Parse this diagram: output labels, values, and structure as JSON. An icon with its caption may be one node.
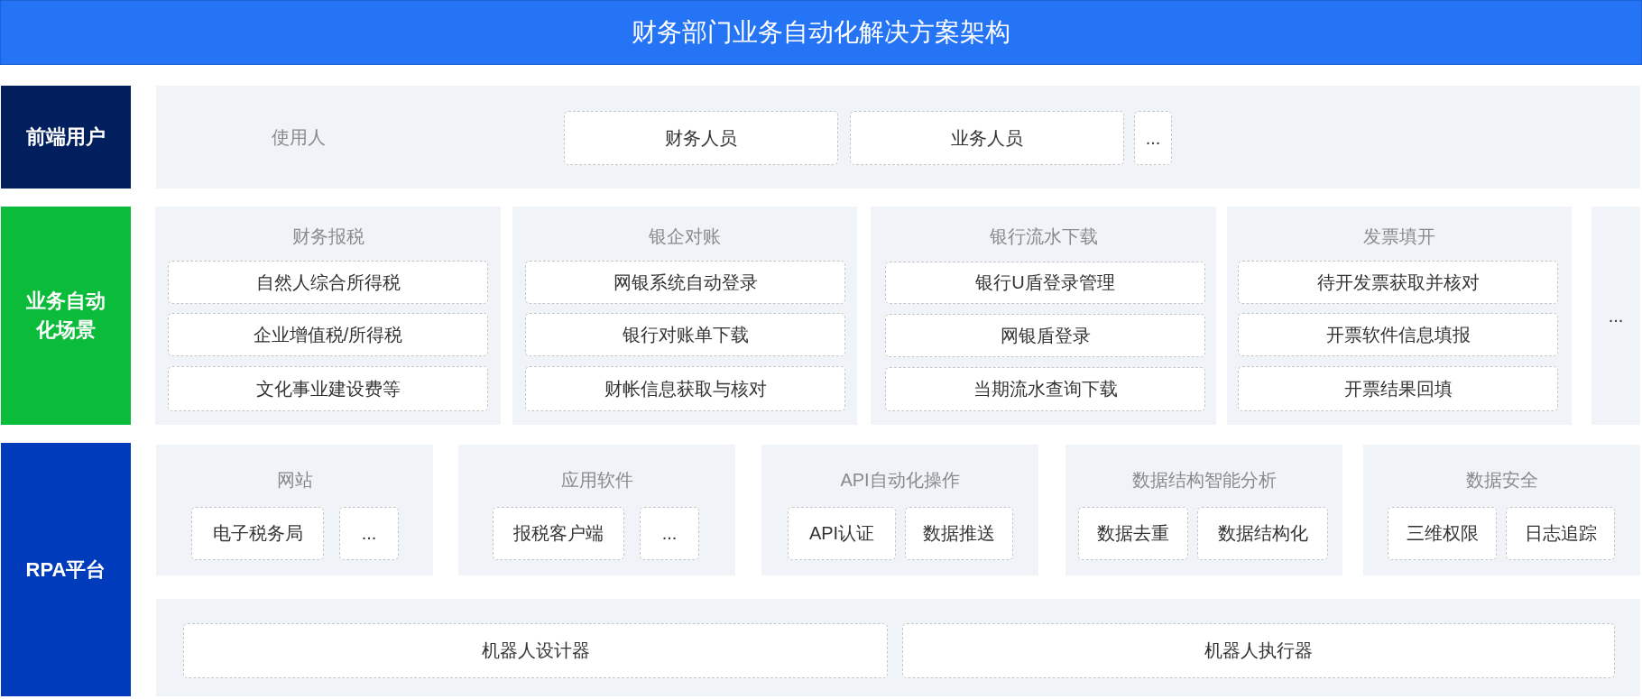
{
  "diagram": {
    "title": "财务部门业务自动化解决方案架构",
    "nodes": [
      {
        "text": [
          "前端用户"
        ]
      },
      {
        "text": [
          "使用人"
        ]
      },
      {
        "text": [
          "财务人员"
        ],
        "in": 1
      },
      {
        "text": [
          "业务人员"
        ],
        "in": 1
      },
      {
        "text": [
          "..."
        ],
        "in": 1
      },
      {
        "text": [
          "业务自动化场景"
        ]
      },
      {
        "text": [
          "财务报税"
        ]
      },
      {
        "text": [
          "自然人综合所得税"
        ],
        "in": 6
      },
      {
        "text": [
          "企业增值税/所得税"
        ],
        "in": 6
      },
      {
        "text": [
          "文化事业建设费等"
        ],
        "in": 6
      },
      {
        "text": [
          "银企对账"
        ]
      },
      {
        "text": [
          "网银系统自动登录"
        ],
        "in": 10
      },
      {
        "text": [
          "银行对账单下载"
        ],
        "in": 10
      },
      {
        "text": [
          "财帐信息获取与核对"
        ],
        "in": 10
      },
      {
        "text": [
          "银行流水下载"
        ]
      },
      {
        "text": [
          "银行U盾登录管理"
        ],
        "in": 14
      },
      {
        "text": [
          "网银盾登录"
        ],
        "in": 14
      },
      {
        "text": [
          "当期流水查询下载"
        ],
        "in": 14
      },
      {
        "text": [
          "发票填开"
        ]
      },
      {
        "text": [
          "待开发票获取并核对"
        ],
        "in": 18
      },
      {
        "text": [
          "开票软件信息填报"
        ],
        "in": 18
      },
      {
        "text": [
          "开票结果回填"
        ],
        "in": 18
      },
      {
        "text": [
          "..."
        ]
      },
      {
        "text": [
          "RPA平台"
        ]
      },
      {
        "text": [
          "网站"
        ]
      },
      {
        "text": [
          "电子税务局"
        ],
        "in": 24
      },
      {
        "text": [
          "..."
        ],
        "in": 24
      },
      {
        "text": [
          "应用软件"
        ]
      },
      {
        "text": [
          "报税客户端"
        ],
        "in": 27
      },
      {
        "text": [
          "..."
        ],
        "in": 27
      },
      {
        "text": [
          "API自动化操作"
        ]
      },
      {
        "text": [
          "API认证"
        ],
        "in": 30
      },
      {
        "text": [
          "数据推送"
        ],
        "in": 30
      },
      {
        "text": [
          "数据结构智能分析"
        ]
      },
      {
        "text": [
          "数据去重"
        ],
        "in": 33
      },
      {
        "text": [
          "数据结构化"
        ],
        "in": 33
      },
      {
        "text": [
          "数据安全"
        ]
      },
      {
        "text": [
          "三维权限"
        ],
        "in": 36
      },
      {
        "text": [
          "日志追踪"
        ],
        "in": 36
      },
      {
        "text": [],
        "shape": "box"
      },
      {
        "text": [
          "机器人设计器"
        ],
        "in": 39
      },
      {
        "text": [
          "机器人执行器"
        ],
        "in": 39
      }
    ]
  }
}
